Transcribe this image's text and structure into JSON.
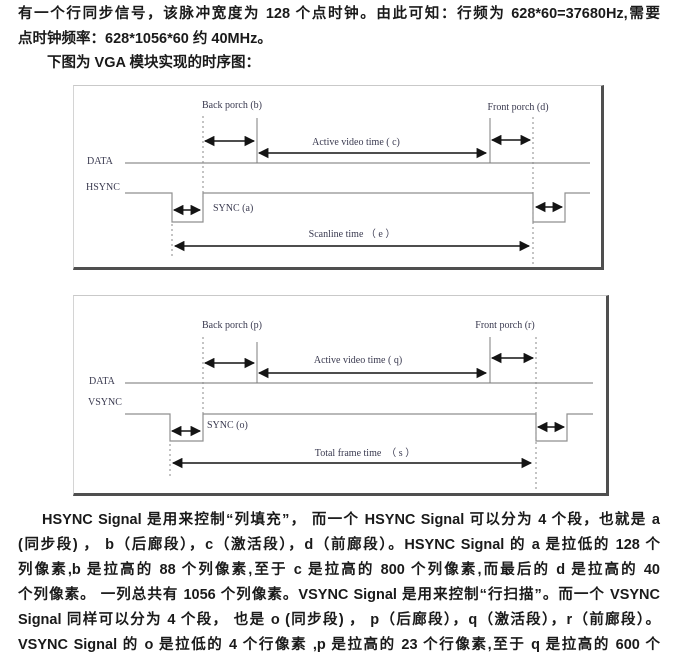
{
  "document": {
    "top_paragraph": {
      "line1": "有一个行同步信号，该脉冲宽度为 128 个点时钟。由此可知：行频为 628*60=37680Hz,需要",
      "line2": "点时钟频率：628*1056*60 约 40MHz。",
      "line3": "下图为 VGA 模块实现的时序图："
    },
    "bottom_paragraph": {
      "line1": "HSYNC Signal  是用来控制“列填充”， 而一个 HSYNC Signal  可以分为 4 个段，也就是 a",
      "line2": "(同步段) ， b（后廊段），c（激活段），d（前廊段）。HSYNC Signal  的 a 是拉低的 128 个",
      "line3": "列像素,b 是拉高的 88 个列像素,至于 c 是拉高的 800 个列像素,而最后的 d 是拉高的 40",
      "line4": "个列像素。 一列总共有 1056 个列像素。VSYNC Signal  是用来控制“行扫描”。而一个 VSYNC",
      "line5": "Signal 同样可以分为 4 个段， 也是 o (同步段) ， p（后廊段），q（激活段），r（前廊段）。",
      "line6": "VSYNC Signal  的 o 是拉低的 4 个行像素 ,p 是拉高的 23 个行像素,至于 q 是拉高的 600 个"
    }
  },
  "hsync_diagram": {
    "back_porch_label": "Back porch (b)",
    "front_porch_label": "Front porch (d)",
    "active_video_label": "Active video time ( c)",
    "data_label": "DATA",
    "signal_label": "HSYNC",
    "sync_label": "SYNC (a)",
    "span_label": "Scanline time （ e ）"
  },
  "vsync_diagram": {
    "back_porch_label": "Back porch (p)",
    "front_porch_label": "Front porch (r)",
    "active_video_label": "Active video time ( q)",
    "data_label": "DATA",
    "signal_label": "VSYNC",
    "sync_label": "SYNC (o)",
    "span_label": "Total frame time  （ s ）"
  },
  "colors": {
    "text": "#1a1a1a",
    "diagram_label": "#39394f",
    "signal_line": "#8f8f8f",
    "arrow": "#141414",
    "frame_shadow": "#4f4f4f"
  }
}
